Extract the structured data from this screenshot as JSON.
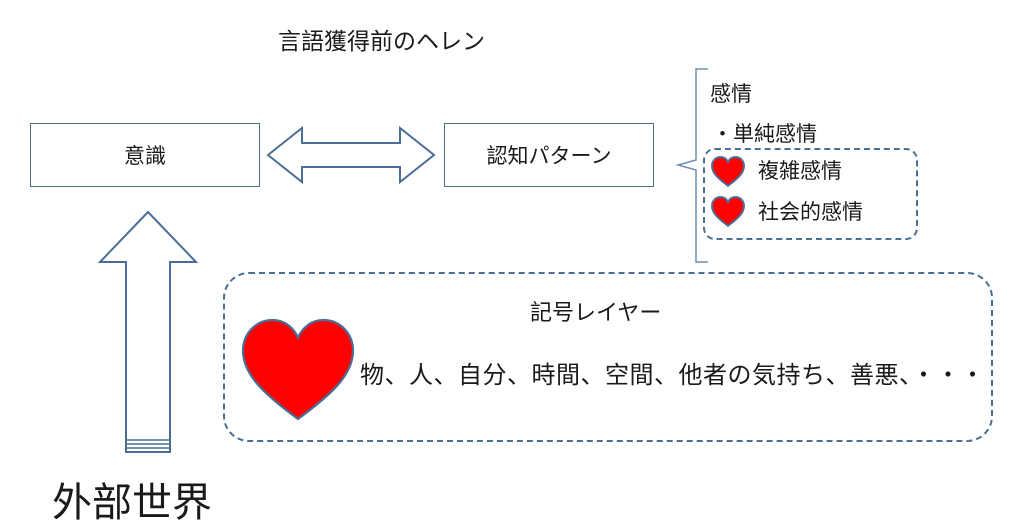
{
  "title": "言語獲得前のヘレン",
  "boxes": {
    "consciousness": "意識",
    "cognitive_pattern": "認知パターン"
  },
  "emotions": {
    "title": "感情",
    "simple": "・単純感情",
    "complex": "複雑感情",
    "social": "社会的感情"
  },
  "symbol_layer": {
    "title": "記号レイヤー",
    "items": "物、人、自分、時間、空間、他者の気持ち、善悪、・・・"
  },
  "outside_world": "外部世界",
  "icons": [
    "heart-icon",
    "double-arrow-icon",
    "up-arrow-icon",
    "bracket"
  ],
  "colors": {
    "heart": "#ff0000",
    "heart_stroke": "#4a6f96",
    "box_border": "#4a6f96"
  }
}
